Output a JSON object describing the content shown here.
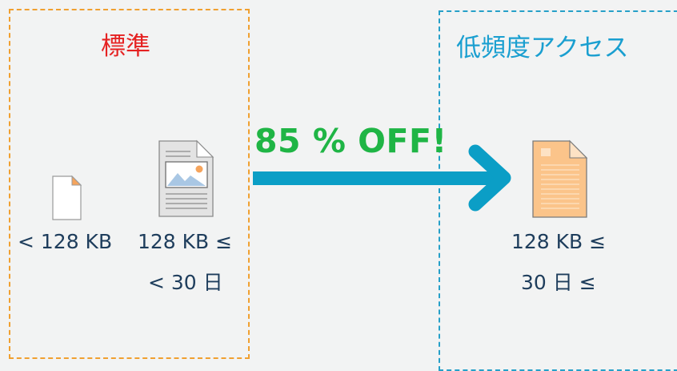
{
  "standard": {
    "title": "標準",
    "small_file_label": "< 128 KB",
    "large_file_size_label": "128 KB ≤",
    "large_file_age_label": "< 30 日"
  },
  "infrequent_access": {
    "title": "低頻度アクセス",
    "file_size_label": "128 KB ≤",
    "file_age_label": "30 日 ≤"
  },
  "transition": {
    "discount_label": "85 % OFF!"
  },
  "colors": {
    "standard_border": "#f0a030",
    "standard_title": "#e52222",
    "ia_border": "#26a0c8",
    "ia_title": "#1a9fd0",
    "arrow": "#0b9ec6",
    "discount": "#1fb545",
    "label_text": "#1e3d5c",
    "ia_document_fill": "#fbc48a"
  },
  "icons": {
    "small_file": "blank-document-icon",
    "large_file": "image-document-icon",
    "ia_file": "text-document-icon"
  }
}
